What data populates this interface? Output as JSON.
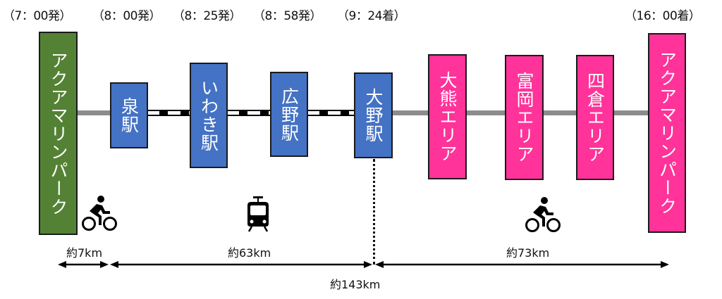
{
  "times": [
    {
      "id": "aquamarine-depart",
      "text": "（7：00発）"
    },
    {
      "id": "izumi-depart",
      "text": "（8：00発）"
    },
    {
      "id": "iwaki-depart",
      "text": "（8：25発）"
    },
    {
      "id": "hirono-depart",
      "text": "（8：58発）"
    },
    {
      "id": "ono-arrive",
      "text": "（9：24着）"
    },
    {
      "id": "aquamarine-arrive",
      "text": "（16：00着）"
    }
  ],
  "stops": [
    {
      "id": "aquamarine-start",
      "label": "アクアマリンパーク",
      "type": "start"
    },
    {
      "id": "izumi",
      "label": "泉駅",
      "type": "station"
    },
    {
      "id": "iwaki",
      "label": "いわき駅",
      "type": "station"
    },
    {
      "id": "hirono",
      "label": "広野駅",
      "type": "station"
    },
    {
      "id": "ono",
      "label": "大野駅",
      "type": "station"
    },
    {
      "id": "okuma",
      "label": "大熊エリア",
      "type": "area"
    },
    {
      "id": "tomioka",
      "label": "富岡エリア",
      "type": "area"
    },
    {
      "id": "yotsukura",
      "label": "四倉エリア",
      "type": "area"
    },
    {
      "id": "aquamarine-end",
      "label": "アクアマリンパーク",
      "type": "area"
    }
  ],
  "segments": [
    {
      "from": "aquamarine-start",
      "to": "izumi",
      "mode": "bicycle",
      "distance": "約7km"
    },
    {
      "from": "izumi",
      "to": "ono",
      "mode": "train",
      "distance": "約63km"
    },
    {
      "from": "ono",
      "to": "aquamarine-end",
      "mode": "bicycle",
      "distance": "約73km"
    }
  ],
  "total_distance": "約143km",
  "icons": {
    "bicycle": "bicycle-icon",
    "train": "train-icon"
  },
  "colors": {
    "start": "#548235",
    "station": "#4472c4",
    "area": "#ff3399",
    "road": "#8c8c8c",
    "rail": "#000000"
  }
}
